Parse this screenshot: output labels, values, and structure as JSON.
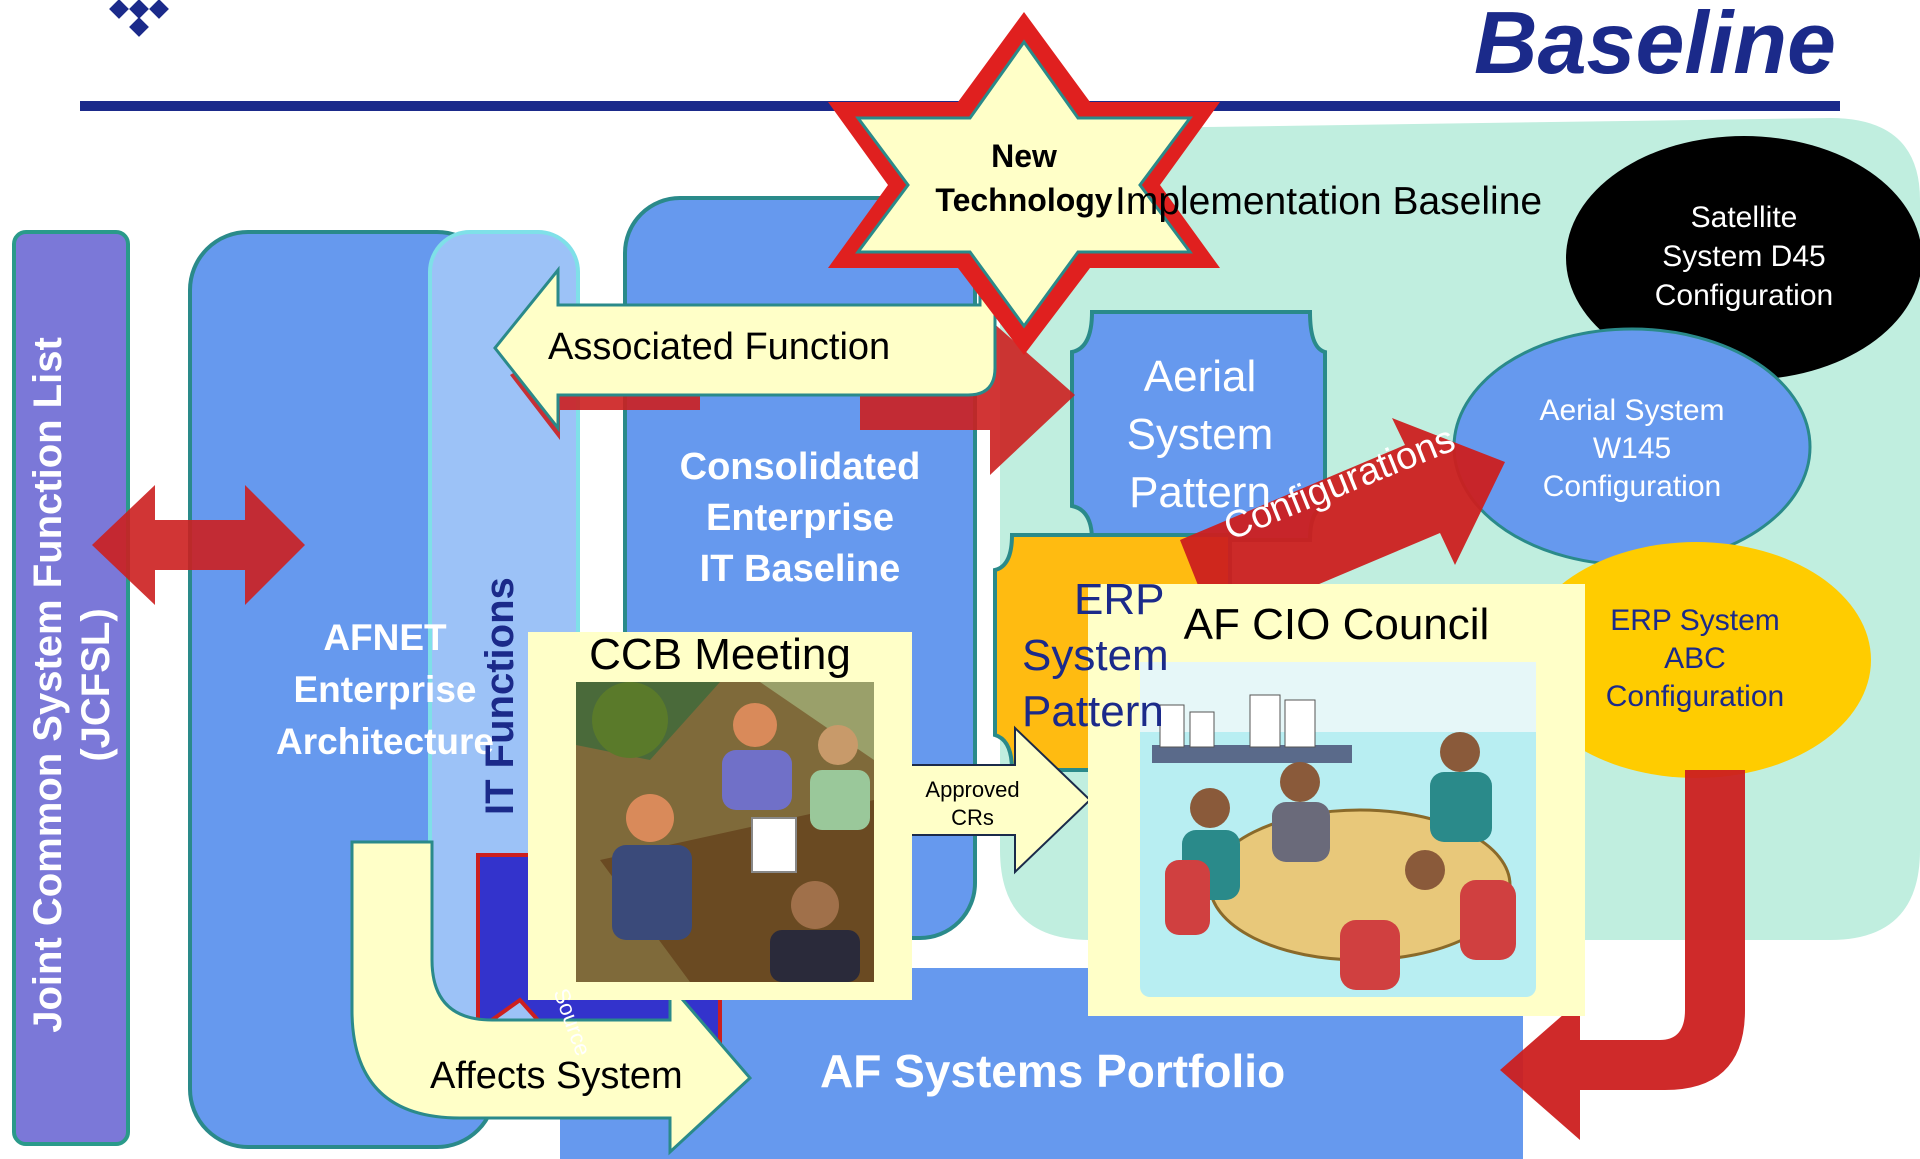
{
  "header": {
    "title": "Baseline"
  },
  "sidebar": {
    "jcfsl_line1": "Joint Common System Function List",
    "jcfsl_line2": "(JCFSL)"
  },
  "boxes": {
    "afnet": [
      "AFNET",
      "Enterprise",
      "Architecture"
    ],
    "it_functions": "IT Functions",
    "consolidated": [
      "Consolidated",
      "Enterprise",
      "IT Baseline"
    ],
    "implementation_baseline": "Implementation Baseline",
    "aerial_pattern": [
      "Aerial",
      "System",
      "Pattern"
    ],
    "erp_pattern": [
      "ERP",
      "System",
      "Pattern"
    ],
    "portfolio": "AF Systems Portfolio"
  },
  "ellipses": {
    "satellite": [
      "Satellite",
      "System D45",
      "Configuration"
    ],
    "aerial": [
      "Aerial System",
      "W145",
      "Configuration"
    ],
    "erp": [
      "ERP System",
      "ABC",
      "Configuration"
    ]
  },
  "arrows": {
    "associated_function": "Associated Function",
    "configurations": "Configurations",
    "approved_crs": [
      "Approved",
      "CRs"
    ],
    "affects_system": "Affects System",
    "ribbon_text": "Source"
  },
  "star": {
    "line1": "New",
    "line2": "Technology"
  },
  "panels": {
    "ccb": "CCB Meeting",
    "cio": "AF CIO Council"
  },
  "colors": {
    "title_blue": "#1b2a8a",
    "box_blue": "#6699ee",
    "mint": "#c0eedf",
    "purple": "#7b78d8",
    "red": "#cc1f1f",
    "pale_yellow": "#ffffc8",
    "gold": "#ffcc00"
  }
}
